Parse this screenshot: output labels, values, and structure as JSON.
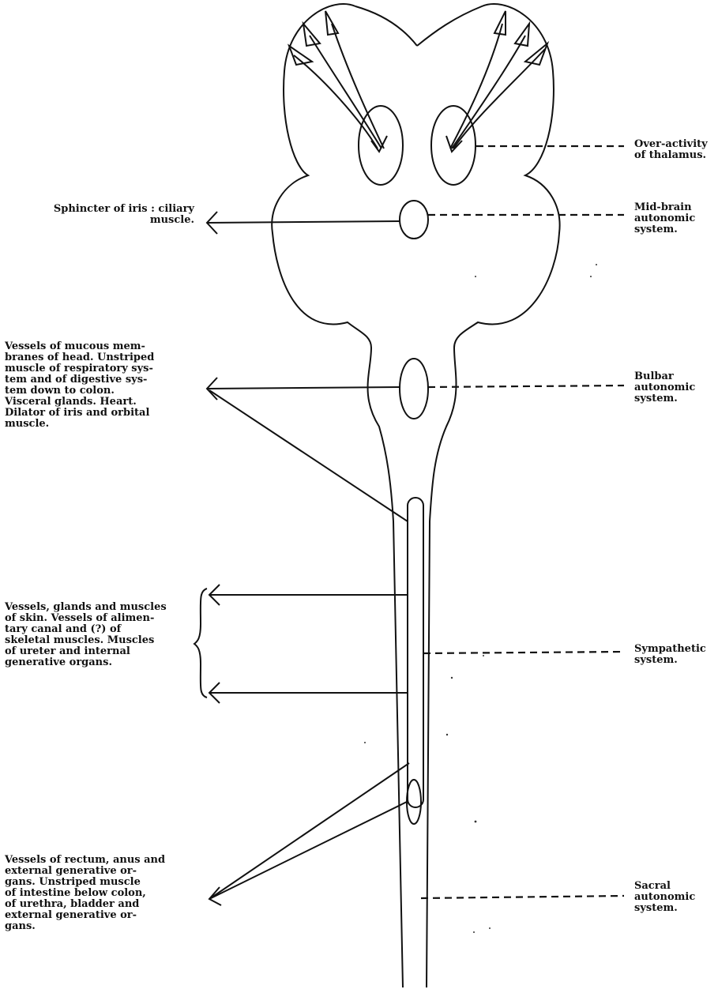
{
  "left_labels": {
    "iris": "Sphincter of iris : ciliary\nmuscle.",
    "bulbar_targets": "Vessels of mucous mem-\nbranes of head. Unstriped\nmuscle of respiratory sys-\ntem and of digestive sys-\ntem down to colon.\nVisceral glands. Heart.\nDilator of iris and orbital\nmuscle.",
    "sympathetic_targets": "Vessels, glands and muscles\nof skin. Vessels of alimen-\ntary canal and (?) of\nskeletal muscles. Muscles\nof ureter and internal\ngenerative organs.",
    "sacral_targets": "Vessels of rectum, anus and\nexternal generative or-\ngans. Unstriped muscle\nof intestine below colon,\nof urethra, bladder and\nexternal generative or-\ngans."
  },
  "right_labels": {
    "thalamus": "Over-activity\nof thalamus.",
    "midbrain": "Mid-brain\nautonomic\nsystem.",
    "bulbar": "Bulbar\nautonomic\nsystem.",
    "sympathetic": "Sympathetic\nsystem.",
    "sacral": "Sacral\nautonomic\nsystem."
  },
  "style": {
    "ink": "#111111"
  }
}
